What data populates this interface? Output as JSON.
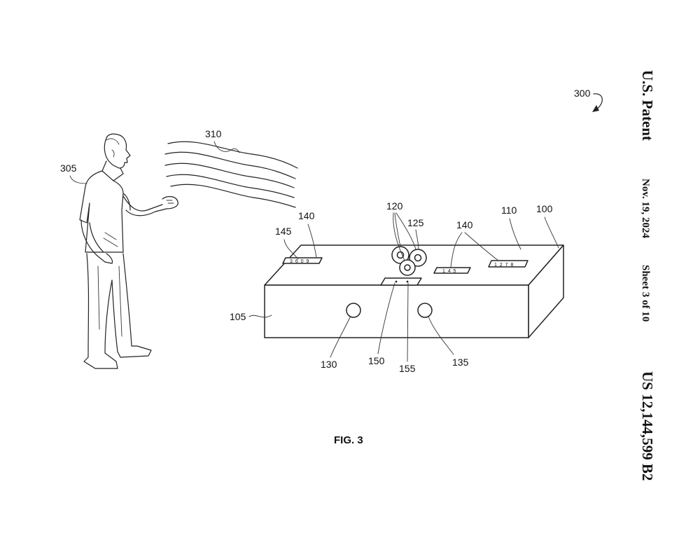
{
  "header": {
    "office": "U.S. Patent",
    "date": "Nov. 19, 2024",
    "sheet": "Sheet 3 of 10",
    "patent_number": "US 12,144,599 B2"
  },
  "figure": {
    "caption": "FIG. 3",
    "refs": {
      "r300": "300",
      "r310": "310",
      "r305": "305",
      "r145": "145",
      "r140a": "140",
      "r120": "120",
      "r125": "125",
      "r140b": "140",
      "r110": "110",
      "r100": "100",
      "r105": "105",
      "r130": "130",
      "r150": "150",
      "r155": "155",
      "r135": "135"
    },
    "panel_digits": {
      "left": "3 6 0 9",
      "center": "1 4 5",
      "right": "1 2 7 8"
    }
  }
}
